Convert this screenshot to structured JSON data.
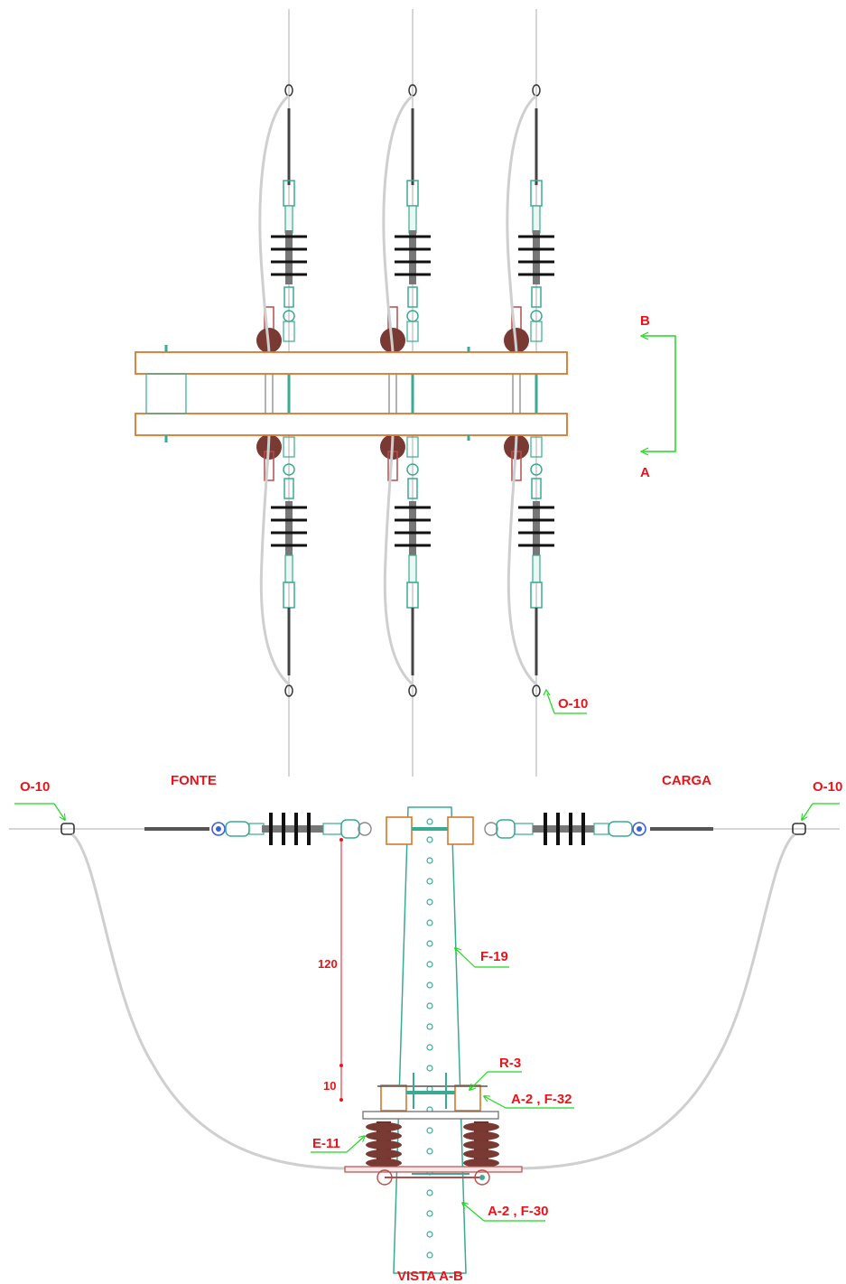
{
  "labels": {
    "section_b": "B",
    "section_a": "A",
    "plan_cable_ref": "O-10",
    "source": "FONTE",
    "load": "CARGA",
    "left_cable_ref": "O-10",
    "right_cable_ref": "O-10",
    "crossarm_ref": "F-19",
    "dim_height": "120",
    "dim_offset": "10",
    "bracket_ref": "R-3",
    "bracket_hardware_ref": "A-2 , F-32",
    "arrester_ref": "E-11",
    "switch_hardware_ref": "A-2 , F-30",
    "view_title": "VISTA A-B"
  },
  "colors": {
    "annotation": "#e8141b",
    "leader": "#1fd81f",
    "hardware": "#3aaa93",
    "crossarm": "#d9772b",
    "insulator": "#111111",
    "arrester": "#7a3a34",
    "cable": "#cfcfcf",
    "conductor": "#555555"
  }
}
